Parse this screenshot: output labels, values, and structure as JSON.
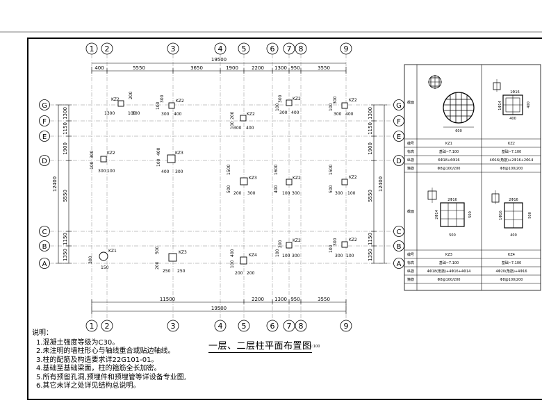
{
  "drawing": {
    "title": "一层、二层柱平面布置图",
    "scale": "1:100"
  },
  "axes": {
    "vertical": [
      "1",
      "2",
      "3",
      "4",
      "5",
      "6",
      "7",
      "8",
      "9"
    ],
    "horizontal": [
      "G",
      "F",
      "E",
      "D",
      "C",
      "B",
      "A"
    ]
  },
  "dimensions": {
    "top_total": "19500",
    "top_segments": [
      "400",
      "5550",
      "3650",
      "1900",
      "2200",
      "1300",
      "950",
      "3550"
    ],
    "bottom_total": "19500",
    "bottom_segments": [
      "11500",
      "2200",
      "1300",
      "950",
      "3550"
    ],
    "left_total": "12400",
    "left_segments": [
      "1300",
      "1150",
      "1900",
      "5550",
      "1150",
      "1350"
    ],
    "right_total": "12400",
    "right_segments": [
      "1300",
      "1150",
      "1900",
      "5550",
      "1150",
      "1350"
    ]
  },
  "columns": [
    {
      "id": "c1",
      "label": "KZ2",
      "dims": [
        "1300",
        "100",
        "300",
        "200"
      ]
    },
    {
      "id": "c2",
      "label": "KZ2",
      "dims": [
        "100",
        "300",
        "300",
        "400"
      ]
    },
    {
      "id": "c3",
      "label": "KZ2",
      "dims": [
        "100",
        "300",
        "300",
        "400"
      ]
    },
    {
      "id": "c4",
      "label": "KZ2",
      "dims": [
        "100",
        "200",
        "300",
        "400"
      ]
    },
    {
      "id": "c5",
      "label": "KZ2",
      "dims": [
        "100",
        "300",
        "300",
        "400"
      ]
    },
    {
      "id": "c6",
      "label": "KZ2",
      "dims": [
        "300",
        "100",
        "300",
        "100"
      ]
    },
    {
      "id": "c7",
      "label": "KZ3",
      "dims": [
        "400",
        "100",
        "400",
        "300"
      ]
    },
    {
      "id": "c8",
      "label": "KZ3",
      "dims": [
        "1500",
        "500",
        "200",
        "300"
      ]
    },
    {
      "id": "c9",
      "label": "KZ2",
      "dims": [
        "1600",
        "400",
        "100",
        "300"
      ]
    },
    {
      "id": "c10",
      "label": "KZ2",
      "dims": [
        "1500",
        "500",
        "300",
        "100"
      ]
    },
    {
      "id": "c11",
      "label": "KZ1",
      "dims": [
        "300",
        "150"
      ]
    },
    {
      "id": "c12",
      "label": "KZ3",
      "dims": [
        "500",
        "200",
        "250",
        "250"
      ]
    },
    {
      "id": "c13",
      "label": "KZ4",
      "dims": [
        "400",
        "100",
        "200",
        "200"
      ]
    },
    {
      "id": "c14",
      "label": "KZ2",
      "dims": [
        "100",
        "200",
        "100",
        "300"
      ]
    },
    {
      "id": "c15",
      "label": "KZ2",
      "dims": [
        "100",
        "300",
        "300",
        "100"
      ]
    }
  ],
  "schedule": {
    "headers": [
      "截面",
      "编号",
      "标高",
      "纵筋",
      "箍筋"
    ],
    "kz1": {
      "name": "KZ1",
      "elev": "基础~7.100",
      "long": "6Φ18+6Φ16",
      "stirrup": "Φ8@100/200",
      "dim": "600"
    },
    "kz2": {
      "name": "KZ2",
      "elev": "基础~7.100",
      "long": "4Φ16(角筋)+2Φ16+2Φ14",
      "stirrup": "Φ8@100/200",
      "bar1": "1Φ16",
      "bar2": "1Φ14",
      "w": "400",
      "h": "400"
    },
    "kz3": {
      "name": "KZ3",
      "elev": "基础~7.100",
      "long": "4Φ18(角筋)+4Φ16+4Φ14",
      "stirrup": "Φ8@100/200",
      "bar1": "2Φ16",
      "bar2": "2Φ14",
      "w": "500",
      "h": "500"
    },
    "kz4": {
      "name": "KZ4",
      "elev": "基础~7.100",
      "long": "4Φ20(角筋)+4Φ16",
      "stirrup": "Φ8@100/200",
      "bar1": "2Φ16",
      "bar2": "1Φ16",
      "w": "400",
      "h": "500"
    }
  },
  "notes": {
    "title": "说明：",
    "items": [
      "1.混凝土强度等级为C30。",
      "2.未注明的墙柱形心与轴线重合或贴边轴线。",
      "3.柱的配筋及构造要求详22G101-01。",
      "4.基础至基础梁面，柱的箍筋全长加密。",
      "5.所有预留孔洞,预埋件和预埋管等详设备专业图,",
      "6.其它未详之处详见结构总说明。"
    ]
  }
}
